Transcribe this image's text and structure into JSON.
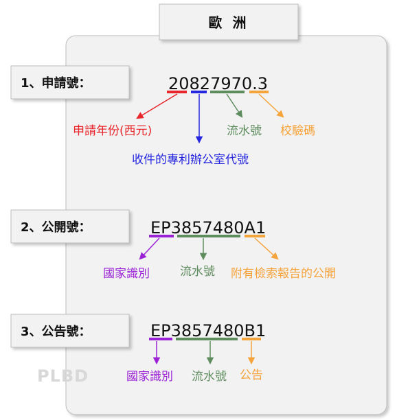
{
  "title": "歐 洲",
  "watermark": "PLBD",
  "sections": [
    {
      "label": "1、申請號：",
      "code": "20827970.3",
      "notes": [
        {
          "text": "申請年份(西元)",
          "color": "#e8262b"
        },
        {
          "text": "收件的專利辦公室代號",
          "color": "#2626e0"
        },
        {
          "text": "流水號",
          "color": "#5e8c5e"
        },
        {
          "text": "校驗碼",
          "color": "#f5a33b"
        }
      ]
    },
    {
      "label": "2、公開號：",
      "code": "EP3857480A1",
      "notes": [
        {
          "text": "國家識別",
          "color": "#9b21d6"
        },
        {
          "text": "流水號",
          "color": "#5e8c5e"
        },
        {
          "text": "附有檢索報告的公開",
          "color": "#f5a33b"
        }
      ]
    },
    {
      "label": "3、公告號：",
      "code": "EP3857480B1",
      "notes": [
        {
          "text": "國家識別",
          "color": "#9b21d6"
        },
        {
          "text": "流水號",
          "color": "#5e8c5e"
        },
        {
          "text": "公告",
          "color": "#f5a33b"
        }
      ]
    }
  ]
}
